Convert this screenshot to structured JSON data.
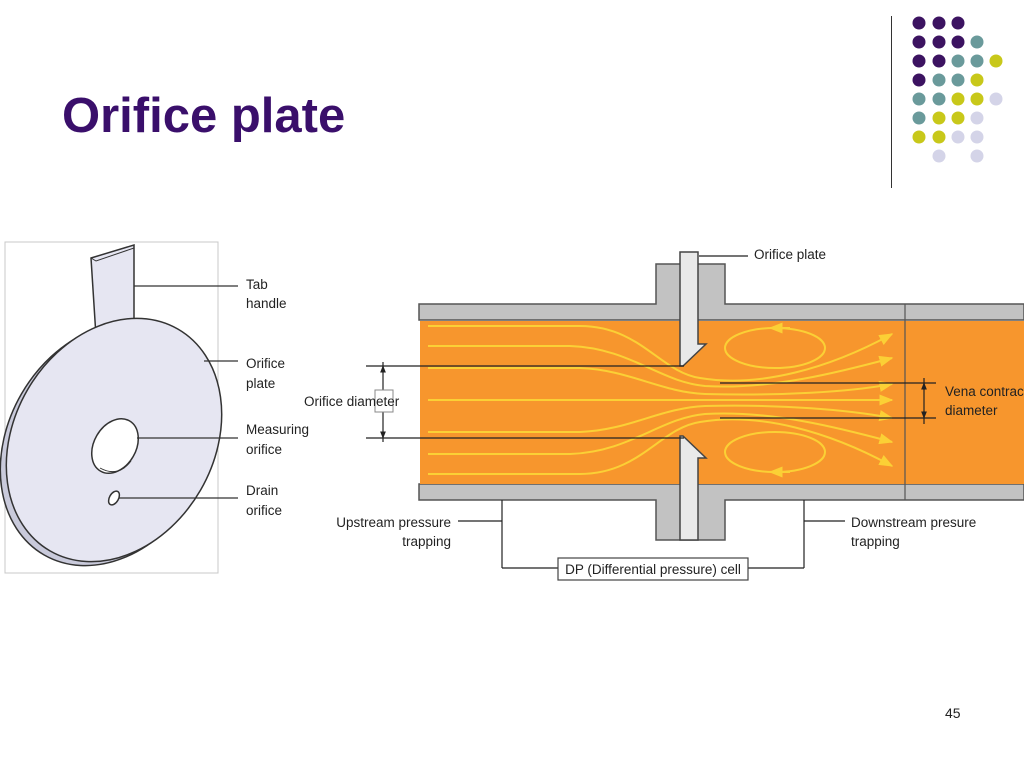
{
  "slide": {
    "title": "Orifice plate",
    "page_number": "45"
  },
  "colors": {
    "title": "#3a0f6b",
    "dot_purple": "#3c1361",
    "dot_teal": "#6a9a9b",
    "dot_yellow": "#c8c81a",
    "dot_lavender": "#d4d4e8",
    "pipe_fill": "#f7962d",
    "flow_lines": "#fbd035",
    "pipe_wall": "#c2c2c2",
    "plate_fill": "#e6e6f2"
  },
  "left_figure": {
    "labels": {
      "tab_handle_1": "Tab",
      "tab_handle_2": "handle",
      "orifice_plate_1": "Orifice",
      "orifice_plate_2": "plate",
      "measuring_orifice_1": "Measuring",
      "measuring_orifice_2": "orifice",
      "drain_orifice_1": "Drain",
      "drain_orifice_2": "orifice"
    }
  },
  "right_figure": {
    "labels": {
      "orifice_plate": "Orifice plate",
      "orifice_diameter": "Orifice diameter",
      "vena_contracta_1": "Vena contracta",
      "vena_contracta_2": "diameter",
      "upstream_1": "Upstream pressure",
      "upstream_2": "trapping",
      "downstream_1": "Downstream presure",
      "downstream_2": "trapping",
      "dp_cell": "DP (Differential pressure) cell"
    }
  }
}
